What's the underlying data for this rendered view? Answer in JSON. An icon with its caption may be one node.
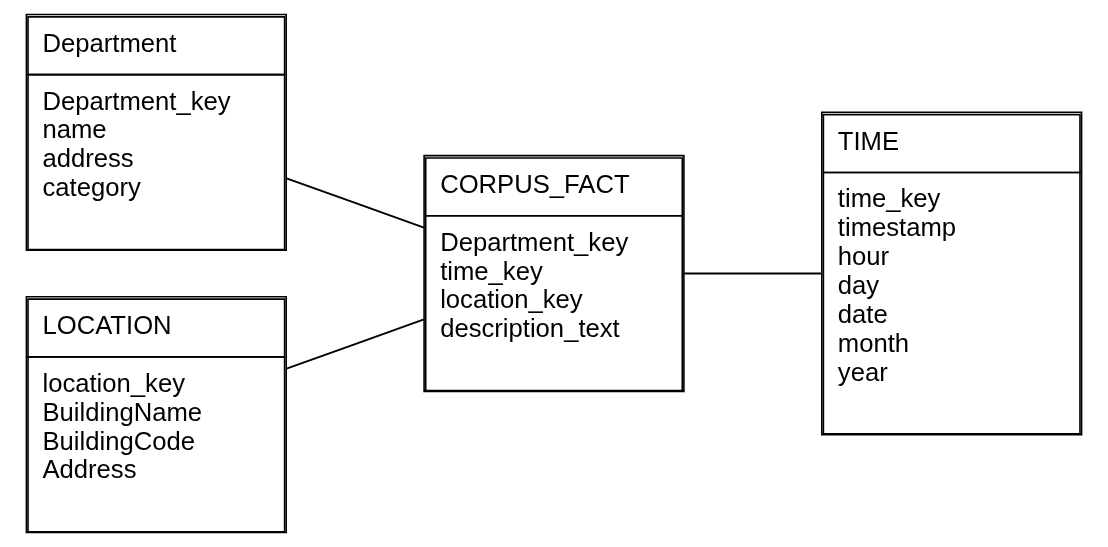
{
  "diagram": {
    "nodes": [
      {
        "text": [
          "Department",
          "Department_key",
          "name",
          "address",
          "category"
        ]
      },
      {
        "text": [
          "LOCATION",
          "location_key",
          "BuildingName",
          "BuildingCode",
          "Address"
        ]
      },
      {
        "text": [
          "CORPUS_FACT",
          "Department_key",
          "time_key",
          "location_key",
          "description_text"
        ]
      },
      {
        "text": [
          "TIME",
          "time_key",
          "timestamp",
          "hour",
          "day",
          "date",
          "month",
          "year"
        ]
      }
    ],
    "edges": [
      {
        "from": 0,
        "to": 2,
        "arrow": "none"
      },
      {
        "from": 1,
        "to": 2,
        "arrow": "none"
      },
      {
        "from": 2,
        "to": 3,
        "arrow": "none"
      }
    ]
  }
}
